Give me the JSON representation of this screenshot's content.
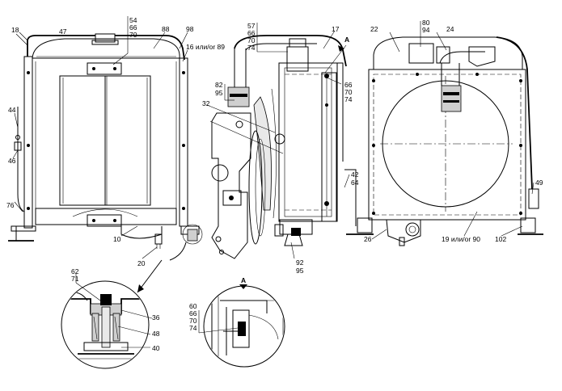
{
  "callouts": {
    "c18": "18",
    "c47": "47",
    "c54": "54",
    "c66": "66",
    "c70": "70",
    "c88": "88",
    "c98": "98",
    "c16": "16 или/or 89",
    "c44": "44",
    "c46": "46",
    "c76": "76",
    "c10": "10",
    "c20": "20",
    "c57": "57",
    "c66b": "66",
    "c70b": "70",
    "c74": "74",
    "c17": "17",
    "cA": "А",
    "c82": "82",
    "c95": "95",
    "c32": "32",
    "c66c": "66",
    "c70c": "70",
    "c74c": "74",
    "c42": "42",
    "c64": "64",
    "c92": "92",
    "c95b": "95",
    "c22": "22",
    "c80": "80",
    "c94": "94",
    "c24": "24",
    "c49": "49",
    "c26": "26",
    "c19": "19 или/or 90",
    "c102": "102",
    "c62": "62",
    "c71": "71",
    "c36": "36",
    "c48": "48",
    "c40": "40",
    "cA2": "А",
    "c60": "60",
    "c66d": "66",
    "c70d": "70",
    "c74d": "74"
  }
}
